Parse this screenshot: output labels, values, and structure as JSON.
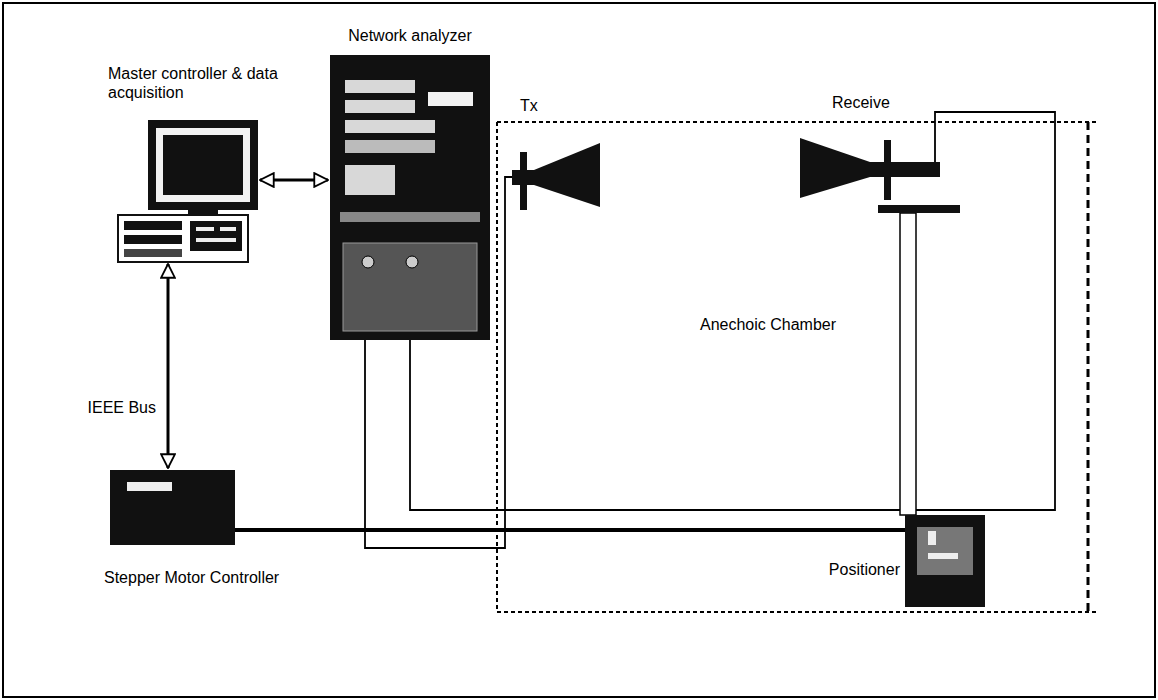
{
  "diagram": {
    "nodes": [
      {
        "text": [
          "Master controller & data acquisition"
        ]
      },
      {
        "text": [
          "Network analyzer"
        ]
      },
      {
        "text": [
          "Anechoic Chamber"
        ]
      },
      {
        "text": [
          "Tx"
        ],
        "in": 2
      },
      {
        "text": [
          "Receive"
        ],
        "in": 2
      },
      {
        "text": [
          "Positioner"
        ],
        "in": 2
      },
      {
        "text": [
          "Stepper Motor Controller"
        ]
      }
    ],
    "edges": [
      {
        "from": 0,
        "to": 1,
        "arrow": "both"
      },
      {
        "from": 0,
        "to": 6,
        "arrow": "both",
        "label": "IEEE Bus"
      },
      {
        "from": 1,
        "to": 3,
        "arrow": "none"
      },
      {
        "from": 1,
        "to": 4,
        "arrow": "none"
      },
      {
        "from": 6,
        "to": 5,
        "arrow": "none"
      }
    ]
  }
}
